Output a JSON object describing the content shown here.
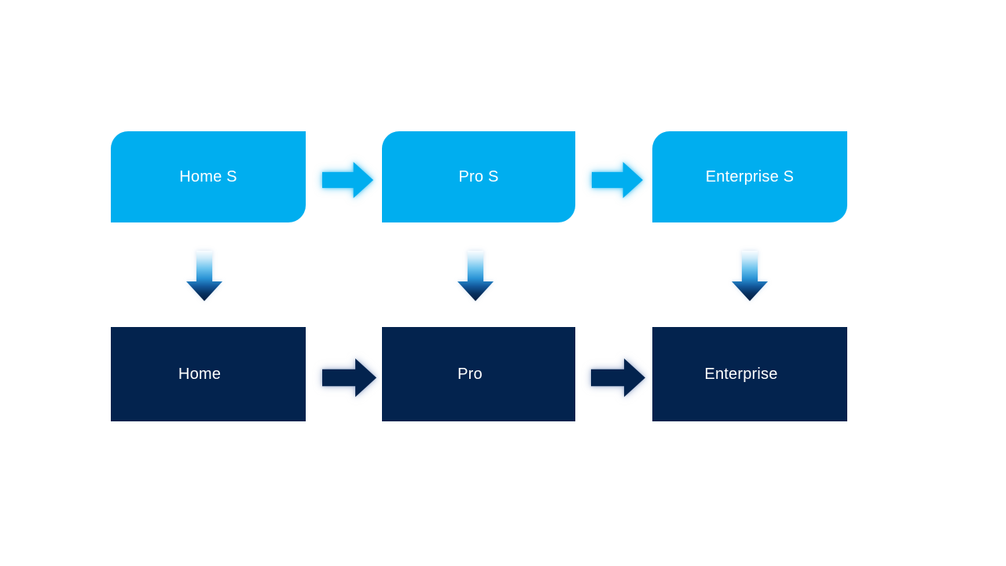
{
  "slide": {
    "background": "#FFFFFF",
    "diagram": {
      "type": "process-flow",
      "description": "Two-row edition upgrade flow: S editions map down to full editions",
      "rows": [
        {
          "name": "top",
          "style": "light",
          "nodes": [
            {
              "label": "Home S"
            },
            {
              "label": "Pro S"
            },
            {
              "label": "Enterprise S"
            }
          ]
        },
        {
          "name": "bottom",
          "style": "dark",
          "nodes": [
            {
              "label": "Home"
            },
            {
              "label": "Pro"
            },
            {
              "label": "Enterprise"
            }
          ]
        }
      ],
      "icons": {
        "horizontal_connector": "block-arrow-right",
        "vertical_connector": "block-arrow-down"
      },
      "colors": {
        "slide_background": "#FFFFFF",
        "light_blue": "#00AEEF",
        "dark_navy": "#03234E",
        "label_text": "#FFFFFF",
        "arrow_glow_light": "rgba(0,174,239,0.5)",
        "arrow_glow_dark": "rgba(125,148,192,0.55)",
        "down_arrow_top": "#FAFDFF",
        "down_arrow_mid": "#2A93D5",
        "down_arrow_bottom": "#041F41"
      }
    }
  }
}
